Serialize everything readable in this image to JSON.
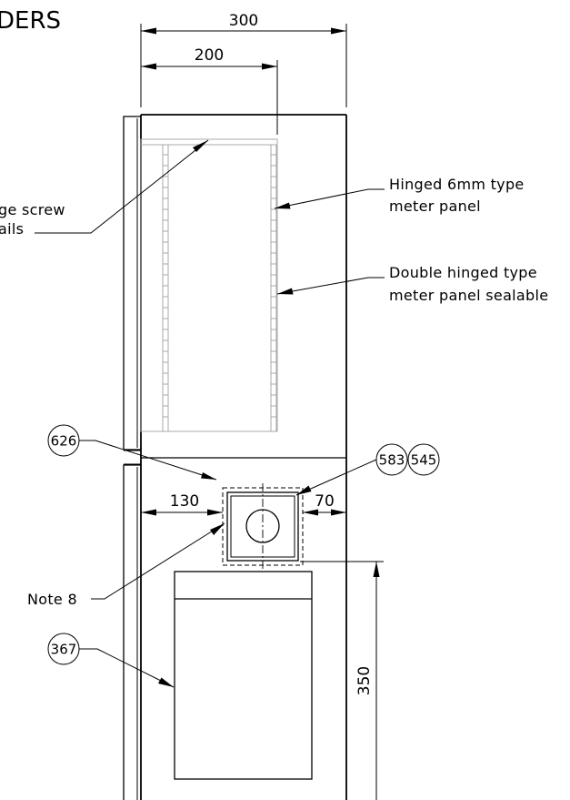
{
  "title": "DERS",
  "dimensions": {
    "overall_width": "300",
    "panel_width": "200",
    "left_offset": "130",
    "right_offset": "70",
    "height": "350"
  },
  "notes": {
    "hinged_panel_line1": "Hinged 6mm type",
    "hinged_panel_line2": "meter panel",
    "double_hinged_line1": "Double hinged type",
    "double_hinged_line2": "meter panel sealable",
    "screw_line1": "ge screw",
    "screw_line2": "ails",
    "note8": "Note 8"
  },
  "bubbles": {
    "b626": "626",
    "b583": "583",
    "b545": "545",
    "b367": "367"
  }
}
